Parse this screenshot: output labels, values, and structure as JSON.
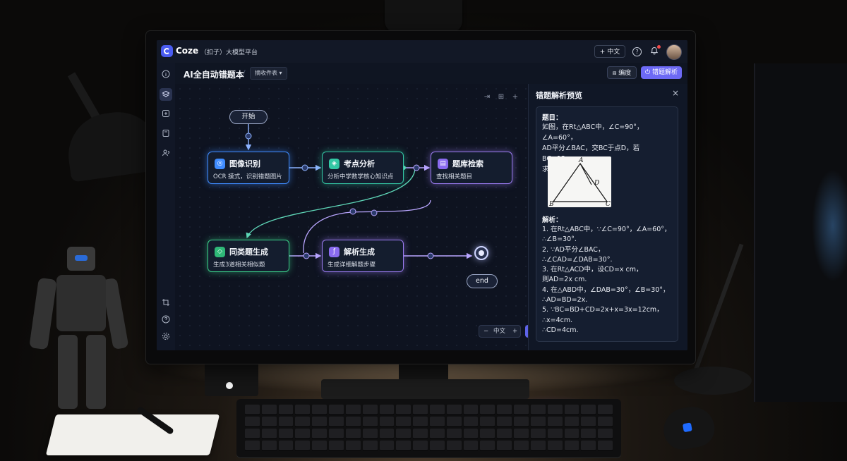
{
  "app": {
    "brand": "Coze",
    "subtitle": "（扣子）大模型平台",
    "lang_button": "中文",
    "lang_plus": "+"
  },
  "icons": {
    "help": "?",
    "bell": "🔔",
    "sidebar": [
      "info-icon",
      "layers-icon",
      "plugin-icon",
      "save-icon",
      "users-icon",
      "crop-icon",
      "help-icon",
      "settings-icon"
    ]
  },
  "workflow": {
    "title": "AI全自动错题本",
    "breadcrumb": "摘收件表 ▾",
    "edit_button": "编度",
    "parse_button": "错题解析"
  },
  "canvas": {
    "start_label": "开始",
    "end_label": "end",
    "nodes": [
      {
        "title": "图像识别",
        "desc": "OCR 摸式，识别错题图片",
        "icon": "◎",
        "color": "#3f8cff"
      },
      {
        "title": "考点分析",
        "desc": "分析中学数学核心知识点",
        "icon": "◈",
        "color": "#33c7a4"
      },
      {
        "title": "题库检索",
        "desc": "查找相关题目",
        "icon": "▤",
        "color": "#9b7bf0"
      },
      {
        "title": "同类题生成",
        "desc": "生成3道相关相似题",
        "icon": "◇",
        "color": "#3bd28a"
      },
      {
        "title": "解析生成",
        "desc": "生成详细解题步骤",
        "icon": "ƒ",
        "color": "#9b7bf0"
      }
    ],
    "zoom_minus": "−",
    "zoom_label": "中文",
    "zoom_plus": "+"
  },
  "panel": {
    "title": "错题解析预览",
    "close": "×",
    "question_label": "题目：",
    "question_lines": [
      "如图，在Rt△ABC中，∠C=90°，∠A=60°，",
      "AD平分∠BAC，交BC于点D，若BC=12cm，",
      "求CD的长。"
    ],
    "figure_labels": {
      "a": "A",
      "b": "B",
      "c": "C",
      "d": "D"
    },
    "analysis_label": "解析：",
    "steps": [
      "1. 在Rt△ABC中，∵∠C=90°，∠A=60°，",
      "    ∴∠B=30°.",
      "2. ∵AD平分∠BAC，",
      "    ∴∠CAD=∠DAB=30°.",
      "3. 在Rt△ACD中，设CD=x cm，",
      "    则AD=2x cm.",
      "4. 在△ABD中，∠DAB=30°，∠B=30°，",
      "    ∴AD=BD=2x.",
      "5. ∵BC=BD+CD=2x+x=3x=12cm，",
      "    ∴x=4cm.",
      "    ∴CD=4cm."
    ]
  }
}
